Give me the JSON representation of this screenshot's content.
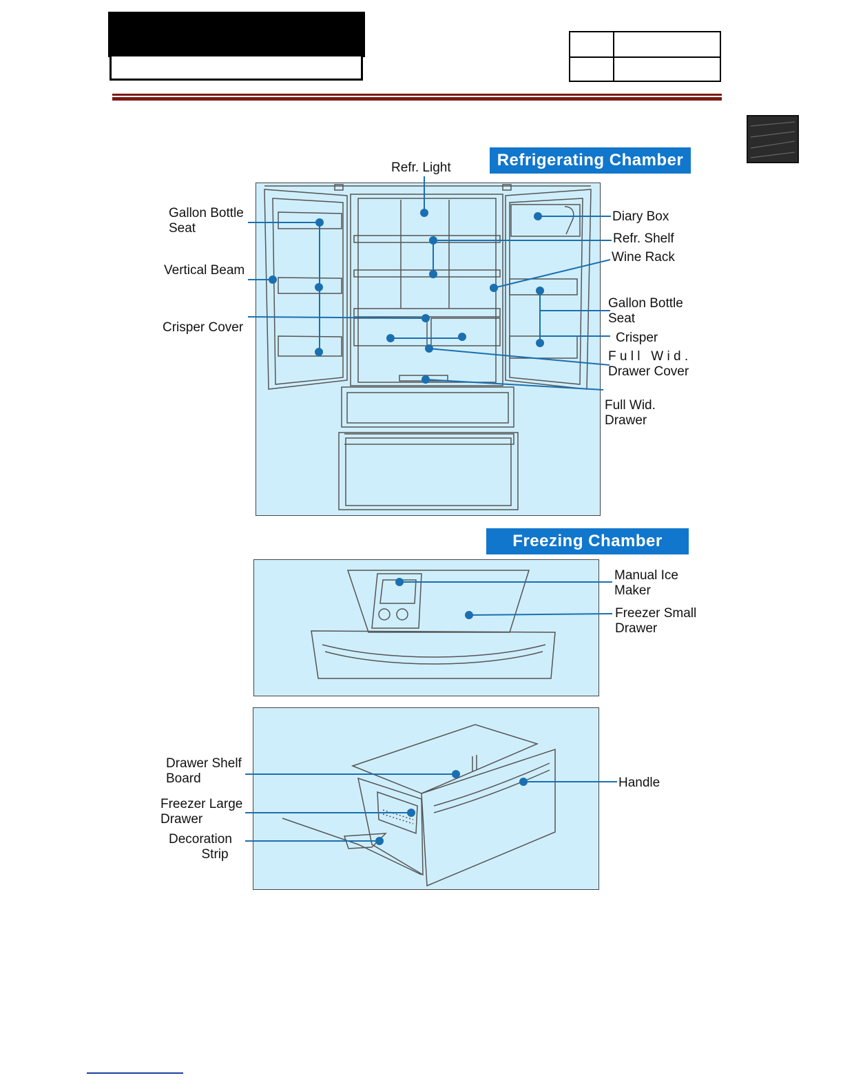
{
  "sections": {
    "refrigerating": "Refrigerating Chamber",
    "freezing": "Freezing Chamber"
  },
  "labels": {
    "refr_light": "Refr. Light",
    "gallon_bottle_seat_left": "Gallon Bottle\nSeat",
    "vertical_beam": "Vertical Beam",
    "crisper_cover": "Crisper Cover",
    "diary_box": "Diary Box",
    "refr_shelf": "Refr. Shelf",
    "wine_rack": "Wine Rack",
    "gallon_bottle_seat_right": "Gallon Bottle\nSeat",
    "crisper": "Crisper",
    "full_wid_drawer_cover": "F u l l   W i d .\nDrawer Cover",
    "full_wid_drawer": "Full Wid.\nDrawer",
    "manual_ice_maker": "Manual Ice\nMaker",
    "freezer_small_drawer": "Freezer Small\nDrawer",
    "drawer_shelf_board": "Drawer Shelf\nBoard",
    "freezer_large_drawer": "Freezer Large\nDrawer",
    "decoration_strip": "Decoration\n         Strip",
    "handle": "Handle"
  },
  "colors": {
    "accent": "#1177cc",
    "panel": "#cfeefb",
    "rule": "#7a1a14"
  }
}
